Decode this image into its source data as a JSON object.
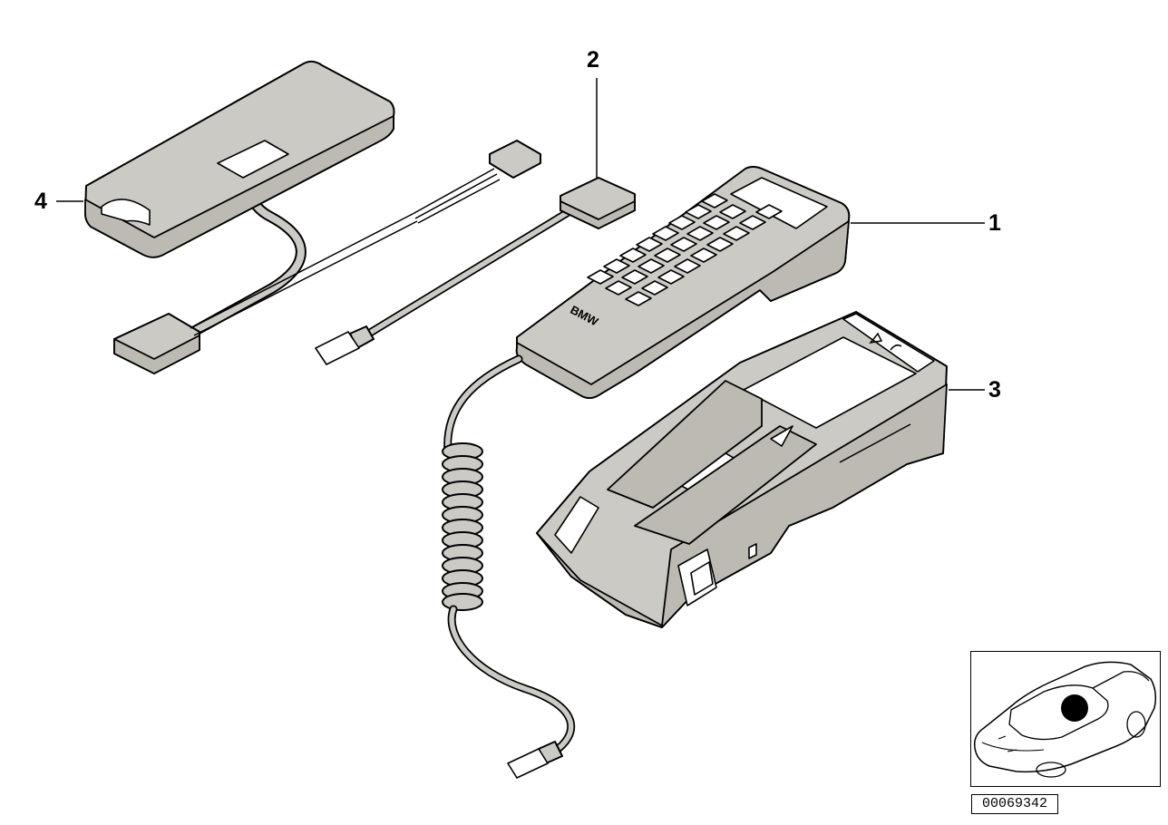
{
  "callouts": {
    "c1": "1",
    "c2": "2",
    "c3": "3",
    "c4": "4"
  },
  "handset_logo": "BMW",
  "diagram_id": "00069342",
  "icons": {
    "thumbnail_marker": "filled-circle-locator"
  },
  "colors": {
    "part_fill": "#cccac4",
    "line": "#000000",
    "background": "#ffffff"
  }
}
